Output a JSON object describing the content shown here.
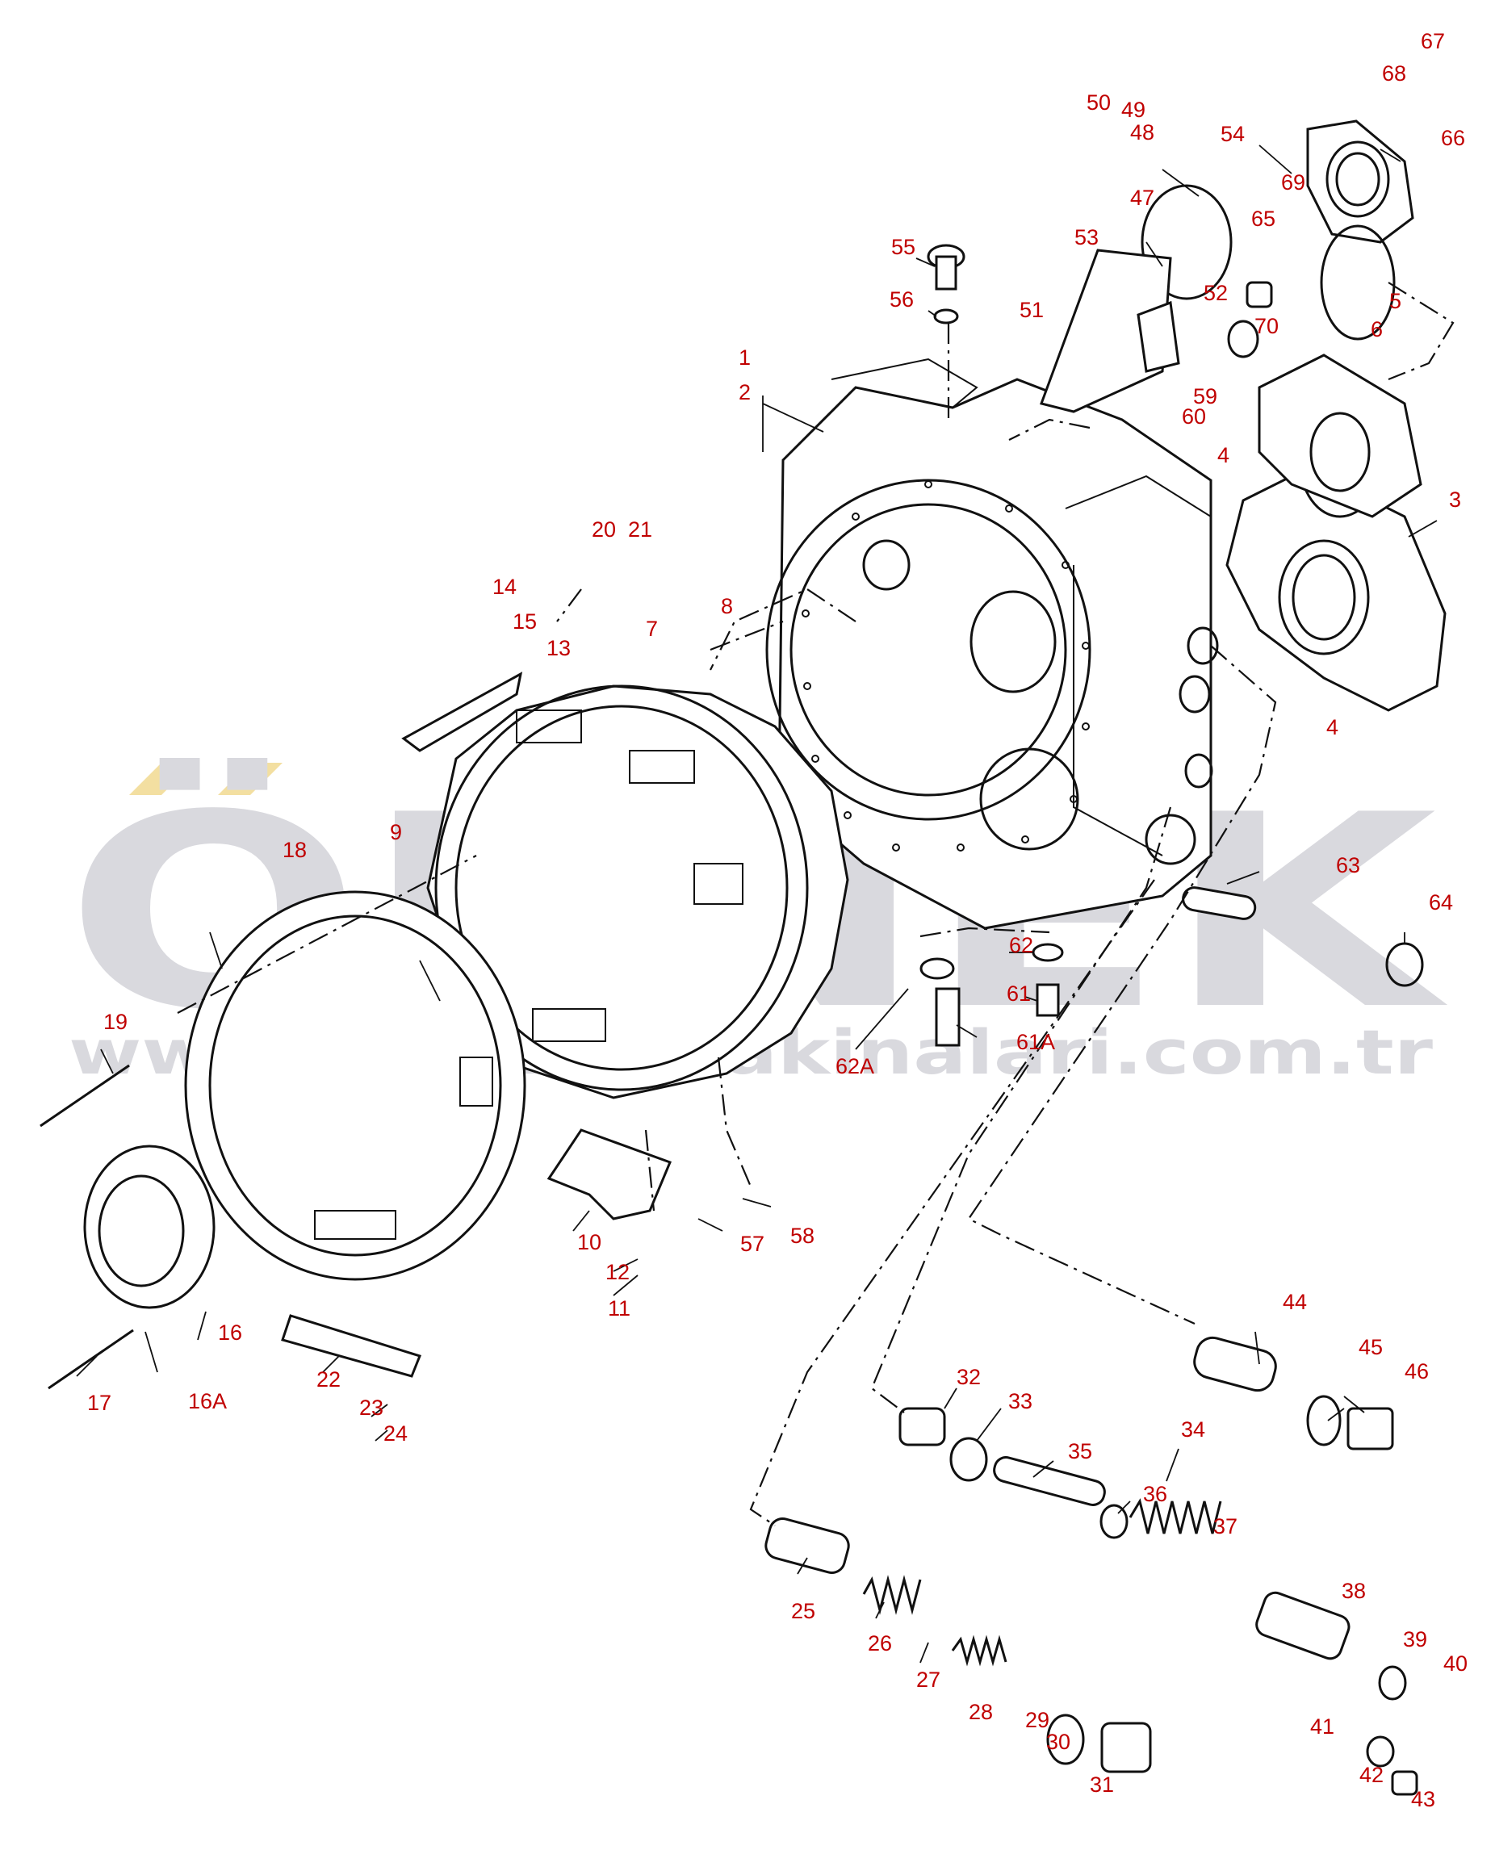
{
  "watermark": {
    "brand": "ÖRNEK",
    "url": "www.ornekismakinalari.com.tr",
    "colors": {
      "gray": "#d9d9de",
      "gold": "#f3dfa1"
    }
  },
  "colors": {
    "callout": "#c00000",
    "line": "#111111"
  },
  "callouts": [
    "1",
    "2",
    "3",
    "4",
    "4",
    "5",
    "6",
    "7",
    "8",
    "9",
    "10",
    "11",
    "12",
    "13",
    "14",
    "15",
    "16",
    "16A",
    "17",
    "18",
    "19",
    "20",
    "21",
    "22",
    "23",
    "24",
    "25",
    "26",
    "27",
    "28",
    "29",
    "30",
    "31",
    "32",
    "33",
    "34",
    "35",
    "36",
    "37",
    "38",
    "39",
    "40",
    "41",
    "42",
    "43",
    "44",
    "45",
    "46",
    "47",
    "48",
    "49",
    "50",
    "51",
    "52",
    "53",
    "54",
    "55",
    "56",
    "57",
    "58",
    "59",
    "60",
    "61",
    "61A",
    "62",
    "62A",
    "63",
    "64",
    "65",
    "66",
    "67",
    "68",
    "69",
    "70"
  ]
}
